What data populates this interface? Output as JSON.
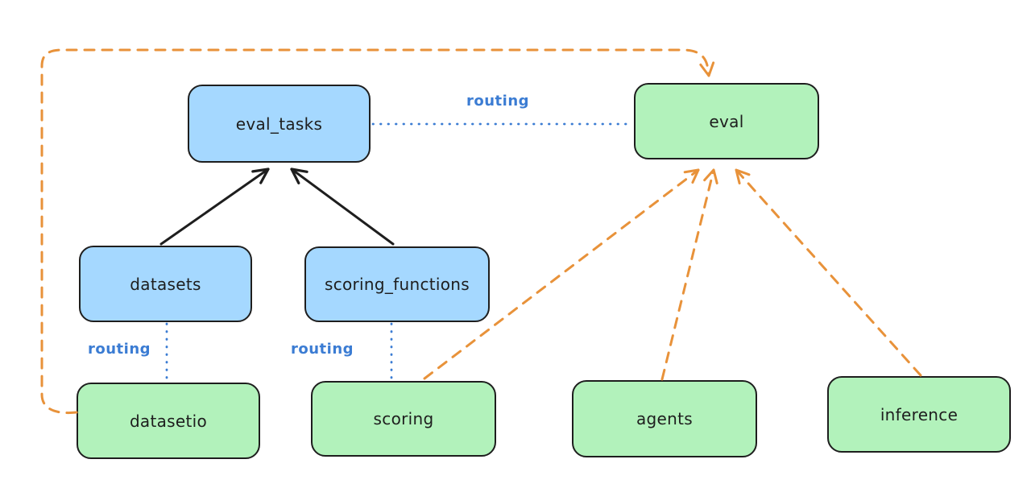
{
  "diagram": {
    "background": "#ffffff",
    "colors": {
      "registry_fill": "#a5d8ff",
      "provider_fill": "#b2f2bb",
      "stroke": "#1e1e1e",
      "routing_blue": "#3b7cd3",
      "orange_dashed": "#e8923a"
    },
    "nodes": [
      {
        "id": "eval_tasks",
        "label": "eval_tasks",
        "kind": "blue"
      },
      {
        "id": "eval",
        "label": "eval",
        "kind": "green"
      },
      {
        "id": "datasets",
        "label": "datasets",
        "kind": "blue"
      },
      {
        "id": "scoring_functions",
        "label": "scoring_functions",
        "kind": "blue"
      },
      {
        "id": "datasetio",
        "label": "datasetio",
        "kind": "green"
      },
      {
        "id": "scoring",
        "label": "scoring",
        "kind": "green"
      },
      {
        "id": "agents",
        "label": "agents",
        "kind": "green"
      },
      {
        "id": "inference",
        "label": "inference",
        "kind": "green"
      }
    ],
    "edge_labels": {
      "eval_tasks_eval": "routing",
      "datasets_datasetio": "routing",
      "scoring_functions_scoring": "routing"
    }
  }
}
